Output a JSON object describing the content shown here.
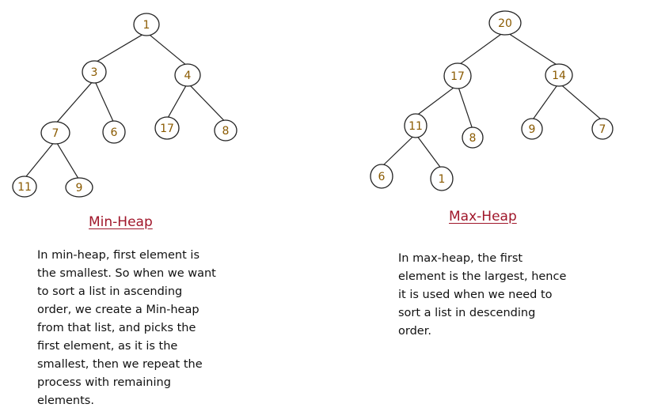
{
  "min_heap": {
    "title": "Min-Heap",
    "nodes": [
      "1",
      "3",
      "4",
      "7",
      "6",
      "17",
      "8",
      "11",
      "9"
    ],
    "parents": [
      -1,
      0,
      0,
      1,
      1,
      2,
      2,
      3,
      3
    ],
    "description_lines": [
      "In min-heap, first element is",
      "the smallest. So when we want",
      "to sort a list in ascending",
      "order, we create a Min-heap",
      "from that list, and picks the",
      "first element, as it is the",
      "smallest, then we repeat the",
      "process with remaining",
      "elements."
    ]
  },
  "max_heap": {
    "title": "Max-Heap",
    "nodes": [
      "20",
      "17",
      "14",
      "11",
      "8",
      "9",
      "7",
      "6",
      "1"
    ],
    "parents": [
      -1,
      0,
      0,
      1,
      1,
      2,
      2,
      3,
      3
    ],
    "description_lines": [
      "In max-heap, the first",
      "element is the largest, hence",
      "it is used when we need to",
      "sort a list in descending",
      "order."
    ]
  },
  "colors": {
    "title": "#a0162a",
    "node_text": "#8a5a00"
  }
}
